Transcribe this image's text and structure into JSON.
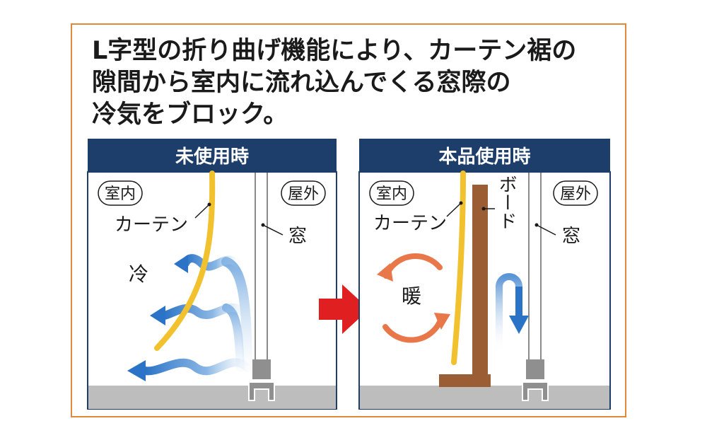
{
  "headline": {
    "line1": "L字型の折り曲げ機能により、カーテン裾の",
    "line2": "隙間から室内に流れ込んでくる窓際の",
    "line3": "冷気をブロック。"
  },
  "left_panel": {
    "title": "未使用時",
    "indoor_label": "室内",
    "outdoor_label": "屋外",
    "curtain_label": "カーテン",
    "window_label": "窓",
    "cold_label": "冷"
  },
  "right_panel": {
    "title": "本品使用時",
    "indoor_label": "室内",
    "outdoor_label": "屋外",
    "curtain_label": "カーテン",
    "board_label": "ボード",
    "window_label": "窓",
    "warm_label": "暖"
  },
  "colors": {
    "frame_border": "#e0893a",
    "header_bg": "#1d3e6b",
    "curtain": "#f2c12e",
    "board": "#9b5e34",
    "cold_arrow": "#2b73c6",
    "warm_arrow": "#e8784a",
    "transition_arrow": "#e02020",
    "floor": "#bdbdbd"
  }
}
